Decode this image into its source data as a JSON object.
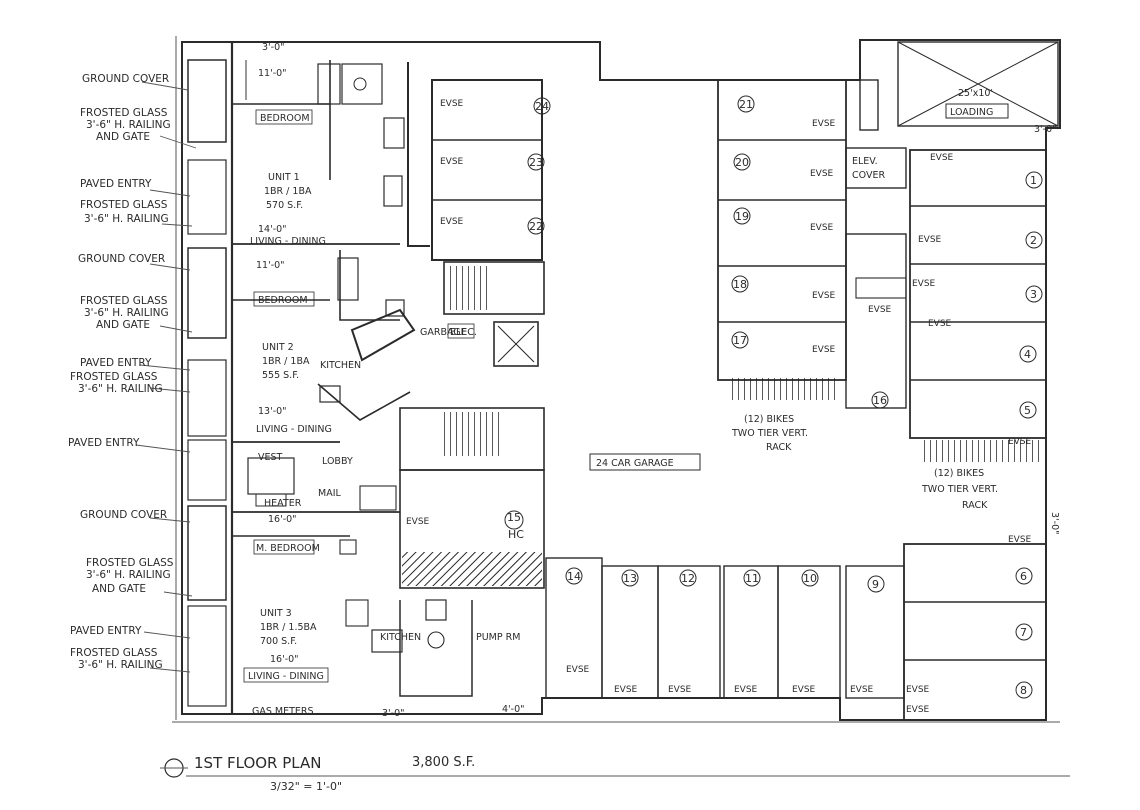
{
  "side_labels": [
    {
      "id": "gc1",
      "text": "GROUND COVER"
    },
    {
      "id": "fg1a",
      "text": "FROSTED GLASS"
    },
    {
      "id": "fg1b",
      "text": "3'-6\" H. RAILING"
    },
    {
      "id": "fg1c",
      "text": "AND GATE"
    },
    {
      "id": "pe1",
      "text": "PAVED ENTRY"
    },
    {
      "id": "fg2a",
      "text": "FROSTED GLASS"
    },
    {
      "id": "fg2b",
      "text": "3'-6\" H. RAILING"
    },
    {
      "id": "gc2",
      "text": "GROUND COVER"
    },
    {
      "id": "fg3a",
      "text": "FROSTED GLASS"
    },
    {
      "id": "fg3b",
      "text": "3'-6\" H. RAILING"
    },
    {
      "id": "fg3c",
      "text": "AND GATE"
    },
    {
      "id": "pe2",
      "text": "PAVED ENTRY"
    },
    {
      "id": "fg4a",
      "text": "FROSTED GLASS"
    },
    {
      "id": "fg4b",
      "text": "3'-6\" H. RAILING"
    },
    {
      "id": "pe3",
      "text": "PAVED ENTRY"
    },
    {
      "id": "gc3",
      "text": "GROUND COVER"
    },
    {
      "id": "fg5a",
      "text": "FROSTED GLASS"
    },
    {
      "id": "fg5b",
      "text": "3'-6\" H. RAILING"
    },
    {
      "id": "fg5c",
      "text": "AND GATE"
    },
    {
      "id": "pe4",
      "text": "PAVED ENTRY"
    },
    {
      "id": "fg6a",
      "text": "FROSTED GLASS"
    },
    {
      "id": "fg6b",
      "text": "3'-6\" H. RAILING"
    }
  ],
  "rooms": {
    "bedroom": "BEDROOM",
    "bedroom2": "BEDROOM",
    "m_bedroom": "M. BEDROOM",
    "unit1": [
      "UNIT 1",
      "1BR / 1BA",
      "570 S.F."
    ],
    "unit2": [
      "UNIT 2",
      "1BR / 1BA",
      "555 S.F."
    ],
    "unit3": [
      "UNIT 3",
      "1BR / 1.5BA",
      "700 S.F."
    ],
    "living_dining": "LIVING - DINING",
    "kitchen": "KITCHEN",
    "vest": "VEST",
    "lobby": "LOBBY",
    "mail": "MAIL",
    "heater": "HEATER",
    "garbage": "GARBAGE",
    "elec": "ELEC.",
    "elev_cover": [
      "ELEV.",
      "COVER"
    ],
    "loading": "LOADING",
    "loading_size": "25'x10'",
    "pump_rm": "PUMP RM",
    "gas_meters": "GAS METERS",
    "garage": "24 CAR GARAGE"
  },
  "dimensions": {
    "d_top": "3'-0\"",
    "d_11a": "11'-0\"",
    "d_14": "14'-0\"",
    "d_11b": "11'-0\"",
    "d_13": "13'-0\"",
    "d_16a": "16'-0\"",
    "d_16b": "16'-0\"",
    "d_bot3": "3'-0\"",
    "d_bot4": "4'-0\"",
    "d_load": "3'-0\"",
    "d_right": "3'-0\""
  },
  "stall_numbers": {
    "s1": "1",
    "s2": "2",
    "s3": "3",
    "s4": "4",
    "s5": "5",
    "s6": "6",
    "s7": "7",
    "s8": "8",
    "s9": "9",
    "s10": "10",
    "s11": "11",
    "s12": "12",
    "s13": "13",
    "s14": "14",
    "s15": "15",
    "s15b": "HC",
    "s16": "16",
    "s17": "17",
    "s18": "18",
    "s19": "19",
    "s20": "20",
    "s21": "21",
    "s22": "22",
    "s23": "23",
    "s24": "24"
  },
  "evse": "EVSE",
  "bikes": {
    "line1": "(12) BIKES",
    "line2": "TWO TIER VERT.",
    "line3": "RACK"
  },
  "title": {
    "main": "1ST FLOOR PLAN",
    "scale": "3/32\" = 1'-0\"",
    "area": "3,800 S.F."
  },
  "colors": {
    "ink": "#2b2b2b",
    "paper": "#ffffff"
  }
}
